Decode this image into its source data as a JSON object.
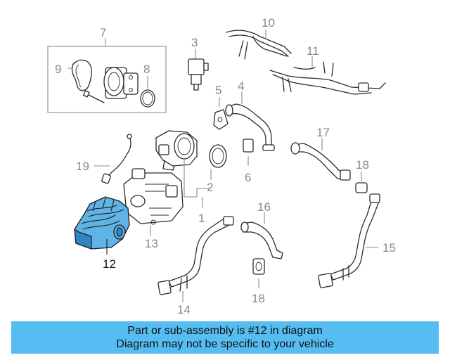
{
  "callouts": {
    "c1": "1",
    "c2": "2",
    "c3": "3",
    "c4": "4",
    "c5": "5",
    "c6": "6",
    "c7": "7",
    "c8": "8",
    "c9": "9",
    "c10": "10",
    "c11": "11",
    "c12": "12",
    "c13": "13",
    "c14": "14",
    "c15": "15",
    "c16": "16",
    "c17": "17",
    "c18a": "18",
    "c18b": "18",
    "c19": "19"
  },
  "highlight": {
    "part_number": "12",
    "color": "#5fb4e6"
  },
  "banner": {
    "line1": "Part or sub-assembly is #12 in diagram",
    "line2": "Diagram may not be specific to your vehicle",
    "color": "#56bdf2"
  }
}
